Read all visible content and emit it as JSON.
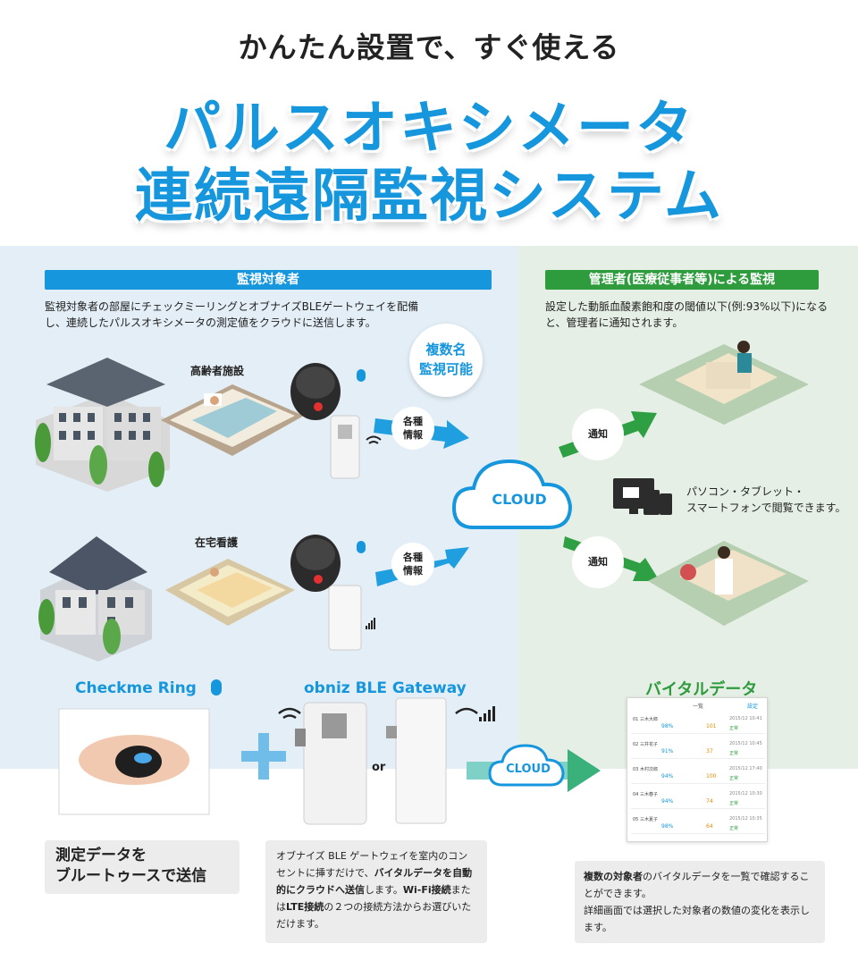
{
  "header": {
    "tagline": "かんたん設置で、すぐ使える",
    "title_line1": "パルスオキシメータ",
    "title_line2": "連続遠隔監視システム"
  },
  "left_panel": {
    "band": "監視対象者",
    "description": "監視対象者の部屋にチェックミーリングとオブナイズBLEゲートウェイを配備し、連続したパルスオキシメータの測定値をクラウドに送信します。",
    "multi_badge": [
      "複数名",
      "監視可能"
    ],
    "facility_label": "高齢者施設",
    "home_label": "在宅看護",
    "arrow_label": [
      "各種",
      "情報"
    ]
  },
  "cloud_label": "CLOUD",
  "right_panel": {
    "band": "管理者(医療従事者等)による監視",
    "description": "設定した動脈血酸素飽和度の閾値以下(例:93%以下)になると、管理者に通知されます。",
    "notify_label": "通知",
    "devices_text": [
      "パソコン・タブレット・",
      "スマートフォンで閲覧できます。"
    ]
  },
  "bottom": {
    "ring_label": "Checkme Ring",
    "gateway_label": "obniz BLE Gateway",
    "or_text": "or",
    "cloud_label": "CLOUD",
    "vital_label": "バイタルデータ",
    "callout_ring": [
      "測定データを",
      "ブルートゥースで送信"
    ],
    "callout_gateway_parts": [
      "オブナイズ BLE ゲートウェイを室内のコンセントに挿すだけで、",
      "バイタルデータを自動的にクラウドへ送信",
      "します。",
      "Wi-Fi接続",
      "または",
      "LTE接続",
      "の２つの接続方法からお選びいただけます。"
    ],
    "callout_vital_parts": [
      "複数の対象者",
      "のバイタルデータを一覧で確認することができます。",
      "詳細画面では選択した対象者の数値の変化を表示します。"
    ]
  },
  "vital_screen": {
    "header": "一覧",
    "link": "設定",
    "rows": [
      {
        "name": "01 三木大郎",
        "spo2": "98%",
        "pulse": "101",
        "time": "2015/12 10:41",
        "status": "正常"
      },
      {
        "name": "02 三井花子",
        "spo2": "91%",
        "pulse": "37",
        "time": "2015/12 10:45",
        "status": "正常"
      },
      {
        "name": "03 木村次郎",
        "spo2": "94%",
        "pulse": "100",
        "time": "2015/12 17:40",
        "status": "正常"
      },
      {
        "name": "04 三木春子",
        "spo2": "94%",
        "pulse": "74",
        "time": "2015/12 10:30",
        "status": "正常"
      },
      {
        "name": "05 三木夏子",
        "spo2": "98%",
        "pulse": "64",
        "time": "2015/12 10:35",
        "status": "正常"
      }
    ]
  },
  "colors": {
    "accent_blue": "#1596dd",
    "accent_green": "#2e9b3d"
  }
}
